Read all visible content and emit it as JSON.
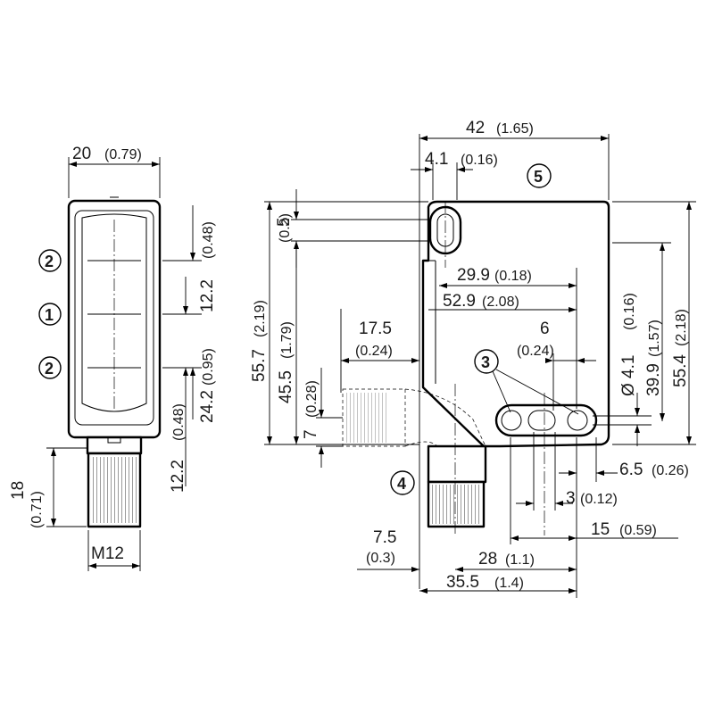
{
  "front_view": {
    "width": {
      "mm": "20",
      "inch": "(0.79)"
    },
    "offset_upper": {
      "mm": "12.2",
      "inch": "(0.48)"
    },
    "lens_spacing": {
      "mm": "24.2",
      "inch": "(0.95)"
    },
    "offset_lower": {
      "mm": "12.2",
      "inch": "(0.48)"
    },
    "connector_length": {
      "mm": "18",
      "inch": "(0.71)"
    },
    "thread_label": "M12",
    "callouts": [
      "2",
      "1",
      "2"
    ]
  },
  "side_view": {
    "overall_width": {
      "mm": "42",
      "inch": "(1.65)"
    },
    "slot_width": {
      "mm": "4.1",
      "inch": "(0.16)"
    },
    "slot_offset": {
      "mm": "5",
      "inch": "(0.2)"
    },
    "height_outer": {
      "mm": "55.7",
      "inch": "(2.19)"
    },
    "height_inner": {
      "mm": "45.5",
      "inch": "(1.79)"
    },
    "dist_29_9": {
      "mm": "29.9",
      "inch": "(0.18)"
    },
    "dist_52_9": {
      "mm": "52.9",
      "inch": "(2.08)"
    },
    "connector_offset": {
      "mm": "17.5",
      "inch": "(0.24)"
    },
    "hole_spacing": {
      "mm": "6",
      "inch": "(0.24)"
    },
    "hole_diameter": {
      "mm": "Ø 4.1",
      "inch": "(0.16)"
    },
    "height_39_9": {
      "mm": "39.9",
      "inch": "(1.57)"
    },
    "height_55_4": {
      "mm": "55.4",
      "inch": "(2.18)"
    },
    "connector_height": {
      "mm": "7",
      "inch": "(0.28)"
    },
    "hole_offset": {
      "mm": "6.5",
      "inch": "(0.26)"
    },
    "hole_pitch": {
      "mm": "3",
      "inch": "(0.12)"
    },
    "dist_15": {
      "mm": "15",
      "inch": "(0.59)"
    },
    "connector_x": {
      "mm": "7.5",
      "inch": "(0.3)"
    },
    "dist_28": {
      "mm": "28",
      "inch": "(1.1)"
    },
    "dist_35_5": {
      "mm": "35.5",
      "inch": "(1.4)"
    },
    "callouts": [
      "5",
      "3",
      "4"
    ]
  }
}
